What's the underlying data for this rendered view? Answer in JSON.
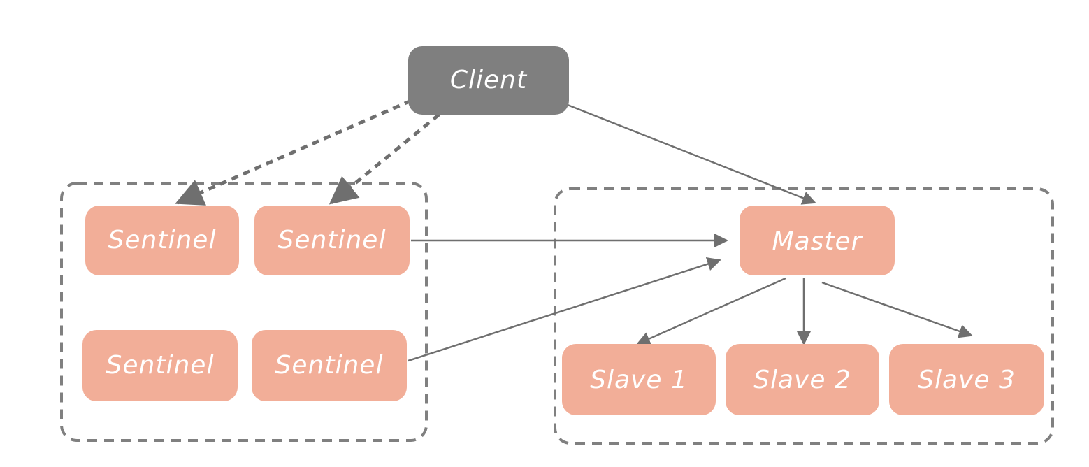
{
  "colors": {
    "client_fill": "#7f7f7f",
    "node_fill": "#f2ae98",
    "edge": "#6f6f6f",
    "group_border": "#808080",
    "label": "#ffffff"
  },
  "client": {
    "label": "Client"
  },
  "sentinels": [
    {
      "label": "Sentinel"
    },
    {
      "label": "Sentinel"
    },
    {
      "label": "Sentinel"
    },
    {
      "label": "Sentinel"
    }
  ],
  "master": {
    "label": "Master"
  },
  "slaves": [
    {
      "label": "Slave 1"
    },
    {
      "label": "Slave 2"
    },
    {
      "label": "Slave 3"
    }
  ]
}
